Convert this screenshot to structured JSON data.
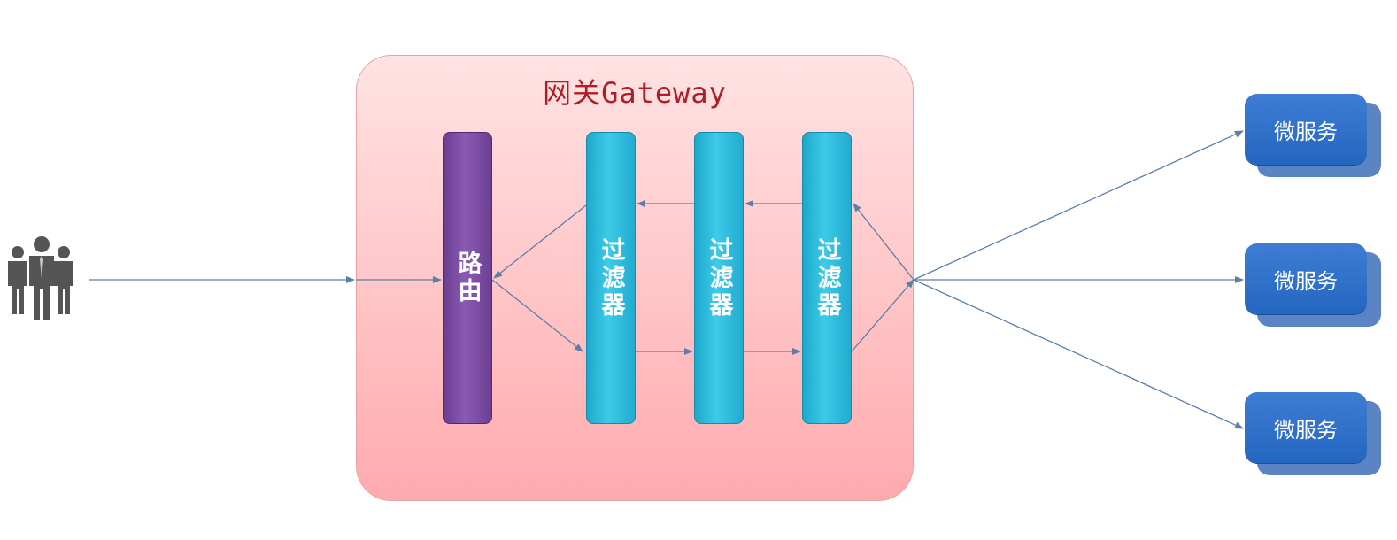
{
  "gateway": {
    "title": "网关Gateway"
  },
  "router": {
    "label": "路由"
  },
  "filters": [
    {
      "label": "过滤器"
    },
    {
      "label": "过滤器"
    },
    {
      "label": "过滤器"
    }
  ],
  "services": [
    {
      "label": "微服务"
    },
    {
      "label": "微服务"
    },
    {
      "label": "微服务"
    }
  ],
  "colors": {
    "gateway_fill": "#ffc1c3",
    "gateway_title": "#b01d24",
    "router": "#7a4aa3",
    "filter": "#2dbce0",
    "service": "#2a6cc6",
    "arrow": "#5b7fa8",
    "users_icon": "#555555"
  },
  "icons": {
    "client": "users-group-icon"
  }
}
